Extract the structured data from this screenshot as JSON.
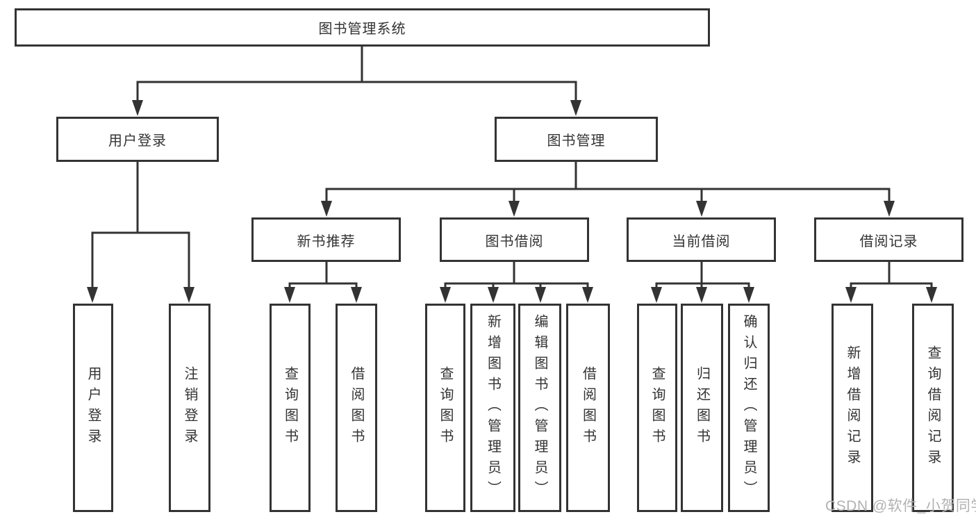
{
  "diagram": {
    "title": "图书管理系统",
    "nodes": {
      "root": "图书管理系统",
      "level2": [
        "用户登录",
        "图书管理"
      ],
      "level3": [
        "新书推荐",
        "图书借阅",
        "当前借阅",
        "借阅记录"
      ],
      "user_login_children": [
        "用户登录",
        "注销登录"
      ],
      "new_book_children": [
        "查询图书",
        "借阅图书"
      ],
      "book_borrow_children": [
        "查询图书",
        "新增图书（管理员）",
        "编辑图书（管理员）",
        "借阅图书"
      ],
      "current_borrow_children": [
        "查询图书",
        "归还图书",
        "确认归还（管理员）"
      ],
      "borrow_record_children": [
        "新增借阅记录",
        "查询借阅记录"
      ]
    }
  },
  "watermark": "CSDN @软件_小贺同学",
  "colors": {
    "line": "#333333",
    "text": "#333333",
    "box_background": "#ffffff",
    "page_background": "#ffffff",
    "watermark": "#b2b2b2"
  }
}
